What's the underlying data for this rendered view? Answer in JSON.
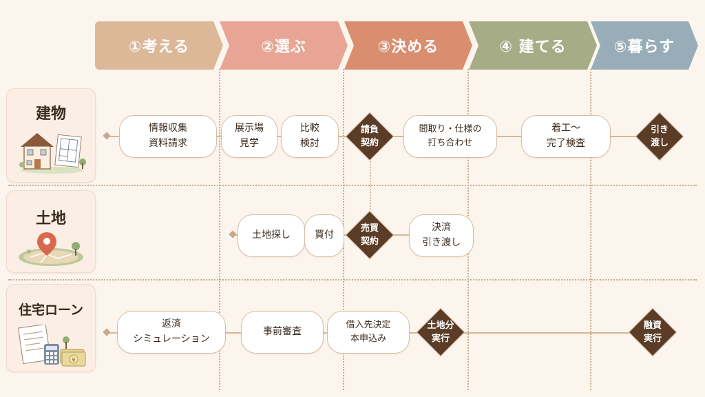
{
  "phases": [
    {
      "label": "①考える",
      "color": "#dcb899"
    },
    {
      "label": "②選ぶ",
      "color": "#e8a593"
    },
    {
      "label": "③決める",
      "color": "#d98e70"
    },
    {
      "label": "④ 建てる",
      "color": "#a6ac85"
    },
    {
      "label": "⑤暮らす",
      "color": "#98adb7"
    }
  ],
  "rows": {
    "building": {
      "title": "建物",
      "icon": "house-icon",
      "steps": {
        "info": "情報収集\n資料請求",
        "showroom": "展示場\n見学",
        "compare": "比較\n検討",
        "plan": "間取り・仕様の\n打ち合わせ",
        "construction": "着工〜\n完了検査"
      },
      "milestones": {
        "contract": "請負\n契約",
        "handover": "引き\n渡し"
      }
    },
    "land": {
      "title": "土地",
      "icon": "map-pin-icon",
      "steps": {
        "search": "土地探し",
        "purchase": "買付",
        "settlement": "決済\n引き渡し"
      },
      "milestones": {
        "contract": "売買\n契約"
      }
    },
    "loan": {
      "title": "住宅ローン",
      "icon": "documents-calculator-icon",
      "steps": {
        "simulation": "返済\nシミュレーション",
        "prescreen": "事前審査",
        "apply": "借入先決定\n本申込み"
      },
      "milestones": {
        "land_exec": "土地分\n実行",
        "exec": "融資\n実行"
      }
    }
  }
}
